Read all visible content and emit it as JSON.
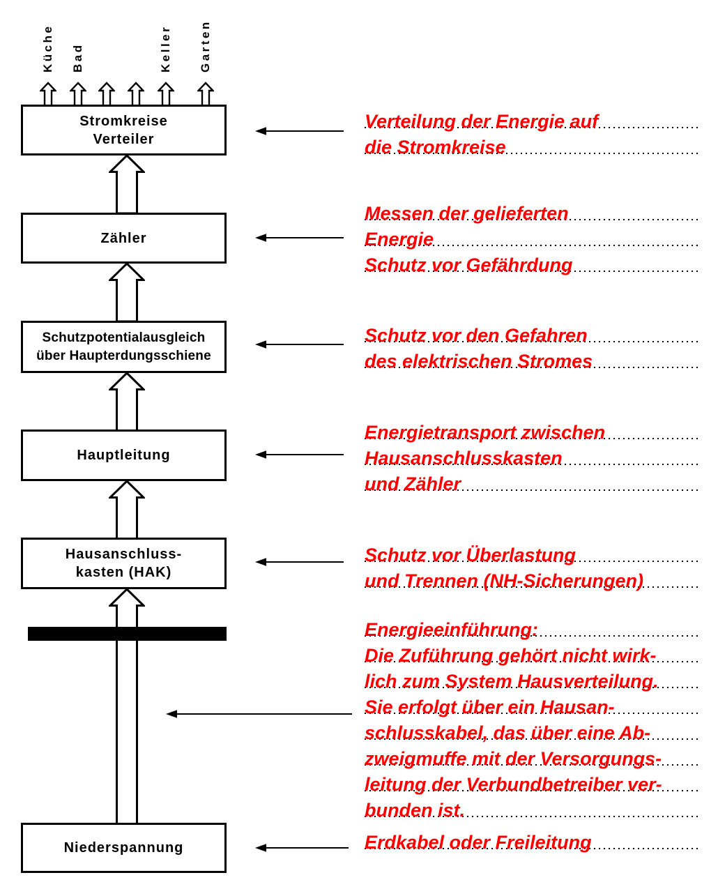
{
  "diagram": {
    "title_implicit": "Hausverteilung Energiefluss",
    "circuit_labels": [
      "Küche",
      "Bad",
      "Keller",
      "Garten"
    ],
    "boxes": [
      {
        "id": "stromkreise-verteiler",
        "lines": [
          "Stromkreise",
          "Verteiler"
        ]
      },
      {
        "id": "zaehler",
        "lines": [
          "Zähler"
        ]
      },
      {
        "id": "schutzpotentialausgleich",
        "lines": [
          "Schutzpotentialausgleich",
          "über Haupterdungsschiene"
        ]
      },
      {
        "id": "hauptleitung",
        "lines": [
          "Hauptleitung"
        ]
      },
      {
        "id": "hausanschlusskasten",
        "lines": [
          "Hausanschluss-",
          "kasten (HAK)"
        ]
      },
      {
        "id": "niederspannung",
        "lines": [
          "Niederspannung"
        ]
      }
    ],
    "annotations": [
      {
        "target": "stromkreise-verteiler",
        "lines": [
          "Verteilung der Energie auf",
          "die Stromkreise"
        ]
      },
      {
        "target": "zaehler",
        "lines": [
          "Messen der gelieferten",
          "Energie",
          "Schutz vor Gefährdung"
        ]
      },
      {
        "target": "schutzpotentialausgleich",
        "lines": [
          "Schutz vor den Gefahren",
          "des elektrischen Stromes"
        ]
      },
      {
        "target": "hauptleitung",
        "lines": [
          "Energietransport zwischen",
          "Hausanschlusskasten",
          "und Zähler"
        ]
      },
      {
        "target": "hausanschlusskasten",
        "lines": [
          "Schutz vor Überlastung",
          "und Trennen (NH-Sicherungen)"
        ]
      },
      {
        "target": "hausanschlusskabel",
        "lines": [
          "Energieeinführung:",
          "Die Zuführung gehört nicht wirk-",
          "lich zum System Hausverteilung.",
          "Sie erfolgt über ein Hausan-",
          "schlusskabel, das über eine Ab-",
          "zweigmuffe mit der Versorgungs-",
          "leitung der Verbundbetreiber ver-",
          "bunden ist."
        ]
      },
      {
        "target": "niederspannung",
        "lines": [
          "Erdkabel oder Freileitung"
        ]
      }
    ],
    "colors": {
      "annotation_text": "#ff0000",
      "line": "#000000",
      "box_fill": "#ffffff"
    }
  }
}
